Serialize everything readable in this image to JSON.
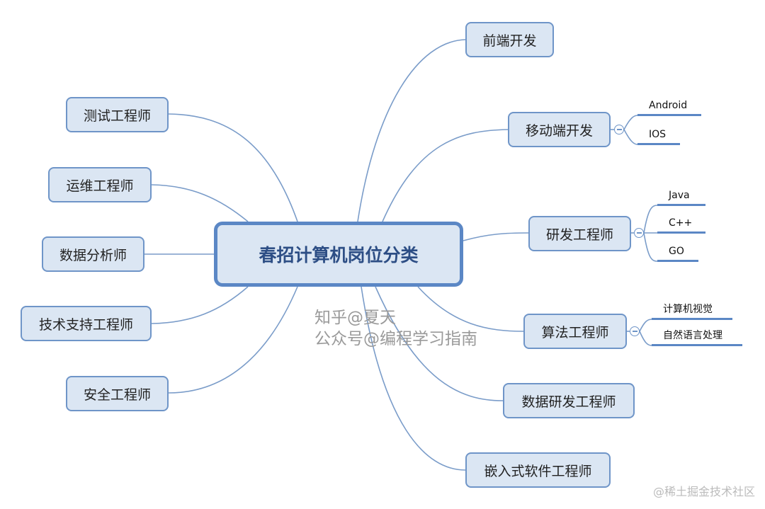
{
  "center": {
    "label": "春招计算机岗位分类"
  },
  "right": [
    {
      "label": "前端开发"
    },
    {
      "label": "移动端开发",
      "children": [
        "Android",
        "IOS"
      ]
    },
    {
      "label": "研发工程师",
      "children": [
        "Java",
        "C++",
        "GO"
      ]
    },
    {
      "label": "算法工程师",
      "children": [
        "计算机视觉",
        "自然语言处理"
      ]
    },
    {
      "label": "数据研发工程师"
    },
    {
      "label": "嵌入式软件工程师"
    }
  ],
  "left": [
    {
      "label": "测试工程师"
    },
    {
      "label": "运维工程师"
    },
    {
      "label": "数据分析师"
    },
    {
      "label": "技术支持工程师"
    },
    {
      "label": "安全工程师"
    }
  ],
  "watermark": {
    "line1": "知乎@夏天",
    "line2": "公众号@编程学习指南"
  },
  "site_mark": "@稀土掘金技术社区",
  "colors": {
    "node_fill": "#dbe6f3",
    "node_border": "#6f95c8",
    "center_border": "#5b87c5",
    "line": "#6f95c8",
    "watermark": "#9a9a9a"
  },
  "icons": {
    "collapse": "minus-circle-icon"
  }
}
